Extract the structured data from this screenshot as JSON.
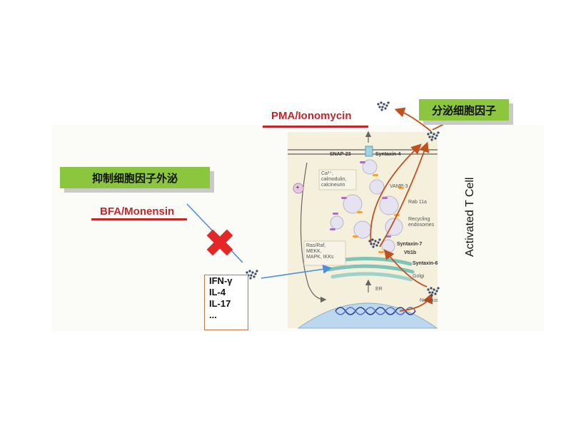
{
  "left_panel": {
    "inhibit_label": "抑制细胞因子外泌",
    "inhibitor_label": "BFA/Monensin",
    "cytokines": [
      "IFN-γ",
      "IL-4",
      "IL-17",
      "..."
    ]
  },
  "top_panel": {
    "stimulant_label": "PMA/Ionomycin",
    "secrete_label": "分泌细胞因子"
  },
  "cell": {
    "side_label": "Activated T Cell",
    "labels": {
      "snap23": "SNAP-23",
      "syntaxin4": "Syntaxin-4",
      "ca_line1": "Ca²⁺,",
      "ca_line2": "calmodulin,",
      "ca_line3": "calcineurin",
      "vamp3": "VAMP-3",
      "rab11a": "Rab 11a",
      "recycling1": "Recycling",
      "recycling2": "endosomes",
      "ras1": "Ras/Raf,",
      "ras2": "MEKK,",
      "ras3": "MAPK, IKKs",
      "syntaxin7": "Syntaxin-7",
      "vti1b": "Vti1b",
      "syntaxin6": "Syntaxin-6",
      "golgi": "Golgi",
      "er": "ER",
      "nucleus": "Nucleus",
      "plus": "+"
    }
  },
  "colors": {
    "green_box": "#8cc63f",
    "red_text": "#c0282b",
    "blue_arrow": "#4a90d9",
    "orange_arrow": "#c0501e",
    "cross": "#e32626",
    "cell_bg": "#f4f0dc",
    "nucleus": "#bcd8ee"
  },
  "icons": [
    "red-cross-icon",
    "cytokine-cluster-icon",
    "dna-helix-icon"
  ]
}
